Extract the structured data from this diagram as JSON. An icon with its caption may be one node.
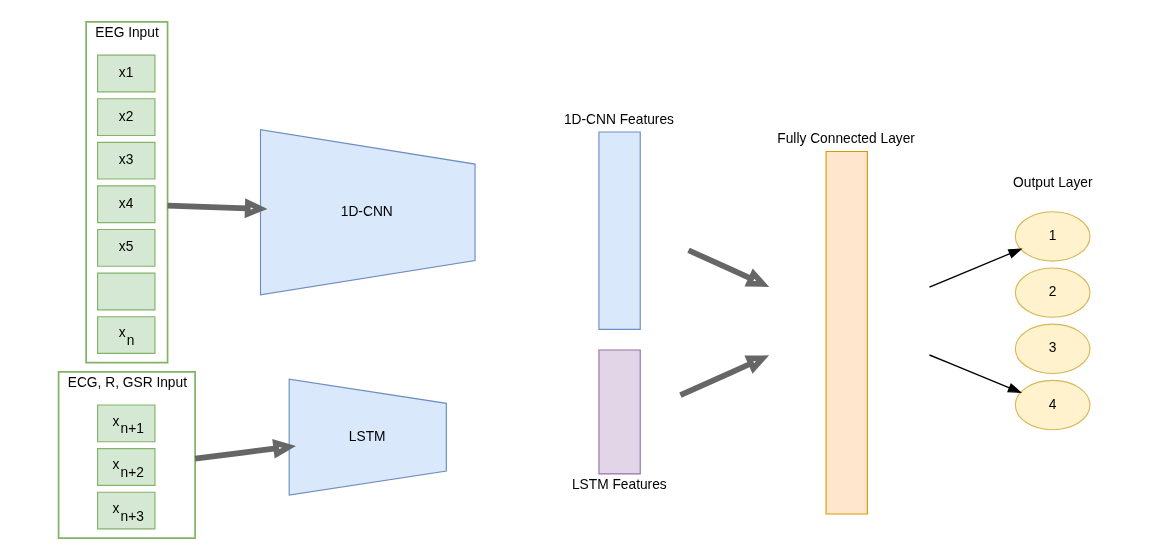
{
  "diagram": {
    "nodes": [
      {
        "text": [
          "EEG Input"
        ]
      },
      {
        "text": [
          "x1"
        ],
        "in": 0
      },
      {
        "text": [
          "x2"
        ],
        "in": 0
      },
      {
        "text": [
          "x3"
        ],
        "in": 0
      },
      {
        "text": [
          "x4"
        ],
        "in": 0
      },
      {
        "text": [
          "x5"
        ],
        "in": 0
      },
      {
        "text": [],
        "shape": "box",
        "in": 0
      },
      {
        "text": [
          "x$_{n}$"
        ],
        "in": 0
      },
      {
        "text": [
          "ECG, R, GSR Input"
        ]
      },
      {
        "text": [
          "x$_{n+1}$"
        ],
        "in": 8
      },
      {
        "text": [
          "x$_{n+2}$"
        ],
        "in": 8
      },
      {
        "text": [
          "x$_{n+3}$"
        ],
        "in": 8
      },
      {
        "text": [
          "1D-CNN"
        ]
      },
      {
        "text": [
          "LSTM"
        ]
      },
      {
        "text": [
          "1D-CNN Features"
        ]
      },
      {
        "text": [
          "LSTM Features"
        ]
      },
      {
        "text": [
          "Fully Connected Layer"
        ]
      },
      {
        "text": [
          "1"
        ]
      },
      {
        "text": [
          "2"
        ]
      },
      {
        "text": [
          "3"
        ]
      },
      {
        "text": [
          "4"
        ]
      }
    ],
    "edges": [
      {
        "from": 0,
        "to": 12,
        "arrow": "to"
      },
      {
        "from": 8,
        "to": 13,
        "arrow": "to"
      },
      {
        "from": 14,
        "to": 16,
        "arrow": "to"
      },
      {
        "from": 15,
        "to": 16,
        "arrow": "to"
      },
      {
        "from": 16,
        "to": 17,
        "arrow": "to",
        "color": "#000000"
      },
      {
        "from": 16,
        "to": 20,
        "arrow": "to",
        "color": "#000000"
      }
    ],
    "labels": [
      "Output Layer"
    ]
  }
}
